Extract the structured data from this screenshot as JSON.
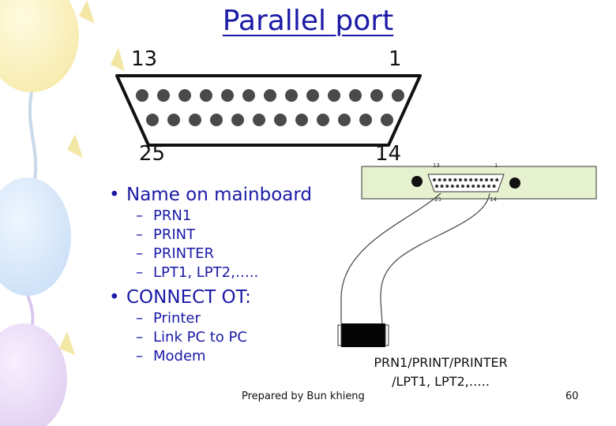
{
  "title": "Parallel port",
  "connector": {
    "pin_top_left": "13",
    "pin_top_right": "1",
    "pin_bottom_left": "25",
    "pin_bottom_right": "14"
  },
  "board_connector": {
    "pin_top_left": "13",
    "pin_top_right": "1",
    "pin_bottom_left": "25",
    "pin_bottom_right": "14"
  },
  "bullets": {
    "name_heading": "Name on mainboard",
    "name_items": [
      "PRN1",
      "PRINT",
      "PRINTER",
      "LPT1, LPT2,….."
    ],
    "connect_heading": "CONNECT OT:",
    "connect_items": [
      "Printer",
      "Link PC to PC",
      "Modem"
    ],
    "bullet_glyph": "•",
    "dash_glyph": "–"
  },
  "caption": {
    "line1": "PRN1/PRINT/PRINTER",
    "line2": "/LPT1, LPT2,….."
  },
  "footer": {
    "author": "Prepared by Bun khieng",
    "page_number": "60"
  },
  "colors": {
    "text_blue": "#1a1aa6",
    "board_green": "#e6f2cf",
    "pin_gray": "#4a4a4a"
  }
}
